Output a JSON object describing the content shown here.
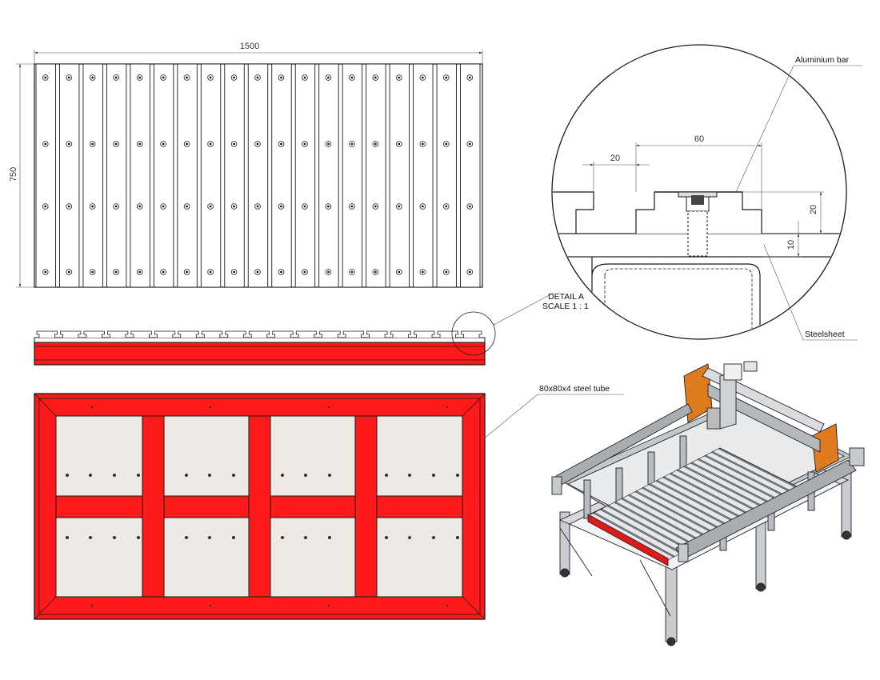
{
  "top_view": {
    "dimension_width": "1500",
    "dimension_height": "750",
    "bar_count": 19,
    "hole_rows": 4
  },
  "detail": {
    "title_line1": "DETAIL A",
    "title_line2": "SCALE 1 : 1",
    "dim_bar_width": "60",
    "dim_slot_gap": "20",
    "dim_bar_height": "20",
    "dim_sheet_thickness": "10",
    "callout_aluminium": "Aluminium bar",
    "callout_steelsheet": "Steelsheet"
  },
  "frame": {
    "callout_tube": "80x80x4 steel tube"
  },
  "colors": {
    "steel_red": "#ff1a1a",
    "panel_fill": "#ece8e3",
    "outline": "#1a1a1a",
    "orange": "#e07a1f"
  }
}
